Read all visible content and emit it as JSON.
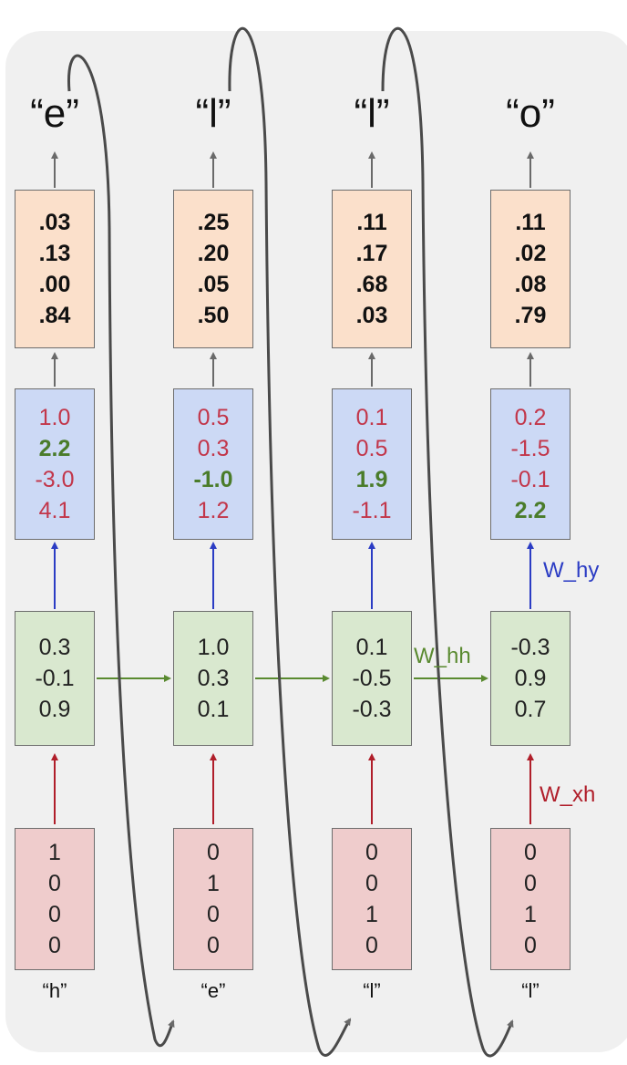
{
  "labels": {
    "w_hy": "W_hy",
    "w_hh": "W_hh",
    "w_xh": "W_xh"
  },
  "colors": {
    "output_fill": "#fbe0cb",
    "logit_fill": "#ccd9f5",
    "hidden_fill": "#d9e8cf",
    "input_fill": "#efcccc",
    "w_hy": "#2b3cc4",
    "w_hh": "#5a8a30",
    "w_xh": "#b01e2a"
  },
  "steps": [
    {
      "input_char": "“h”",
      "target_char": "“e”",
      "input_vector": [
        "1",
        "0",
        "0",
        "0"
      ],
      "hidden": [
        "0.3",
        "-0.1",
        "0.9"
      ],
      "logits": [
        {
          "v": "1.0",
          "correct": false
        },
        {
          "v": "2.2",
          "correct": true
        },
        {
          "v": "-3.0",
          "correct": false
        },
        {
          "v": "4.1",
          "correct": false
        }
      ],
      "probs": [
        ".03",
        ".13",
        ".00",
        ".84"
      ]
    },
    {
      "input_char": "“e”",
      "target_char": "“l”",
      "input_vector": [
        "0",
        "1",
        "0",
        "0"
      ],
      "hidden": [
        "1.0",
        "0.3",
        "0.1"
      ],
      "logits": [
        {
          "v": "0.5",
          "correct": false
        },
        {
          "v": "0.3",
          "correct": false
        },
        {
          "v": "-1.0",
          "correct": true
        },
        {
          "v": "1.2",
          "correct": false
        }
      ],
      "probs": [
        ".25",
        ".20",
        ".05",
        ".50"
      ]
    },
    {
      "input_char": "“l”",
      "target_char": "“l”",
      "input_vector": [
        "0",
        "0",
        "1",
        "0"
      ],
      "hidden": [
        "0.1",
        "-0.5",
        "-0.3"
      ],
      "logits": [
        {
          "v": "0.1",
          "correct": false
        },
        {
          "v": "0.5",
          "correct": false
        },
        {
          "v": "1.9",
          "correct": true
        },
        {
          "v": "-1.1",
          "correct": false
        }
      ],
      "probs": [
        ".11",
        ".17",
        ".68",
        ".03"
      ]
    },
    {
      "input_char": "“l”",
      "target_char": "“o”",
      "input_vector": [
        "0",
        "0",
        "1",
        "0"
      ],
      "hidden": [
        "-0.3",
        "0.9",
        "0.7"
      ],
      "logits": [
        {
          "v": "0.2",
          "correct": false
        },
        {
          "v": "-1.5",
          "correct": false
        },
        {
          "v": "-0.1",
          "correct": false
        },
        {
          "v": "2.2",
          "correct": true
        }
      ],
      "probs": [
        ".11",
        ".02",
        ".08",
        ".79"
      ]
    }
  ]
}
